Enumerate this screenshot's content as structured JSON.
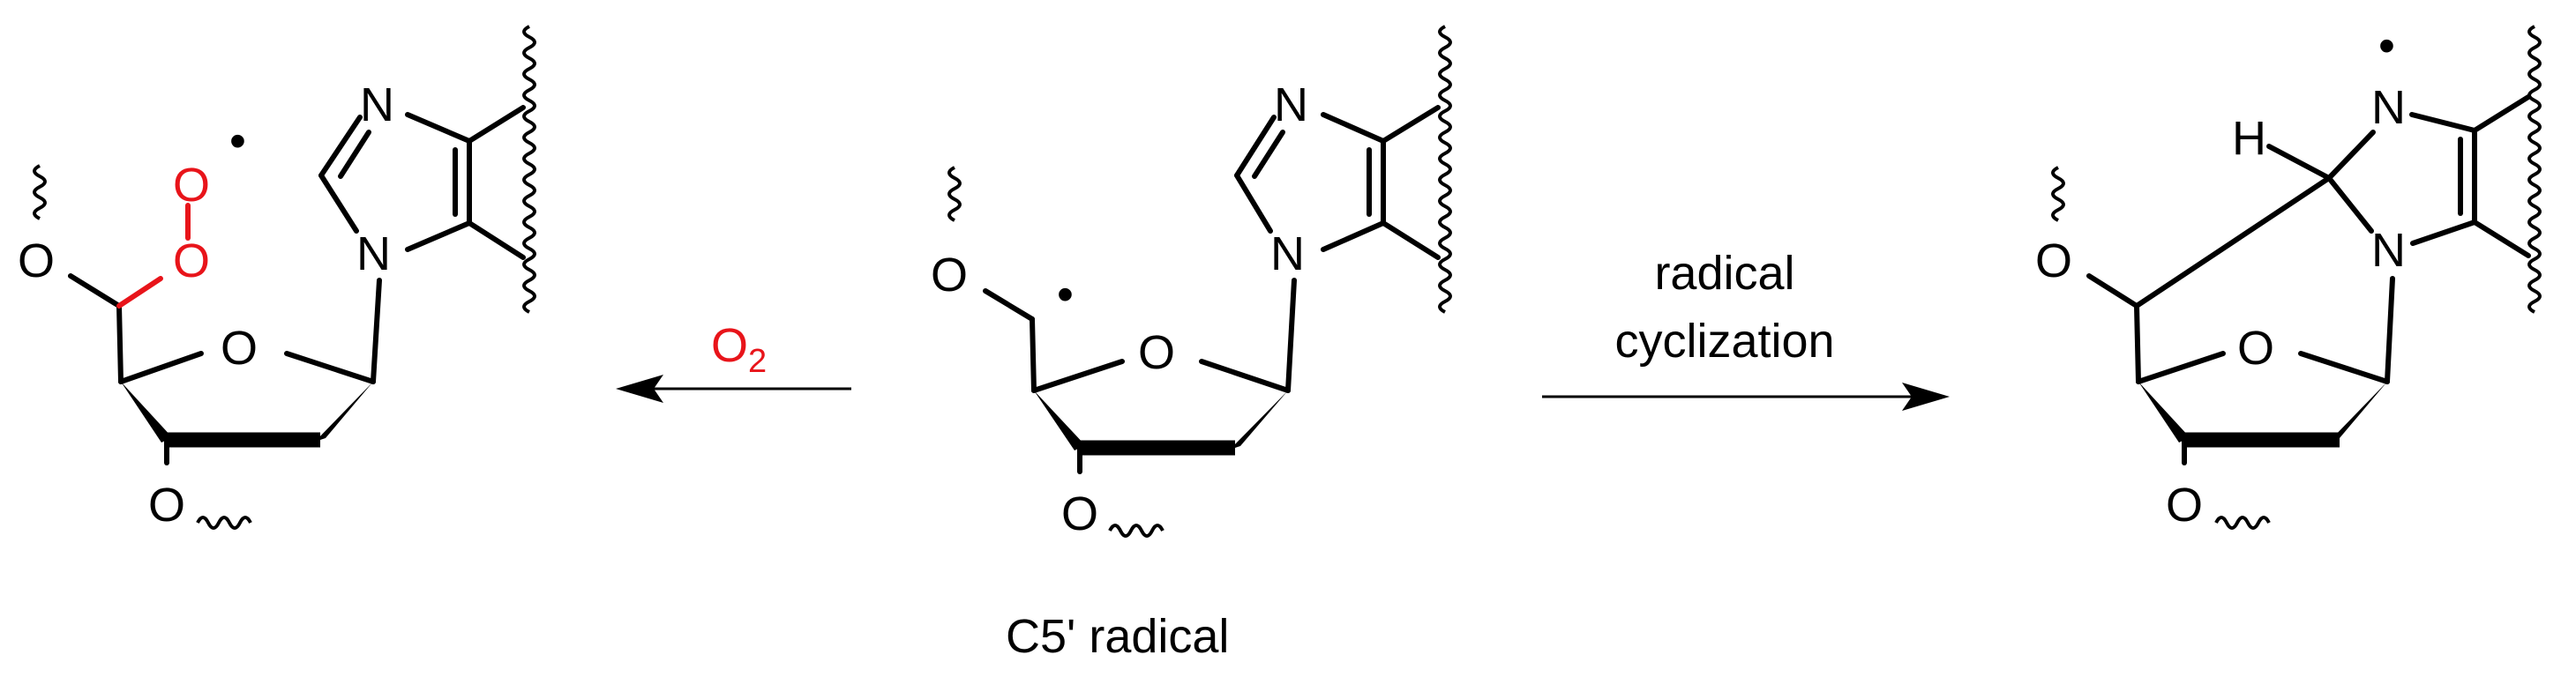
{
  "atoms": {
    "O": "O",
    "N": "N",
    "H": "H"
  },
  "radical_dot": "•",
  "left_reaction": {
    "reagent_main": "O",
    "reagent_sub": "2",
    "reagent_color": "#e8141a"
  },
  "middle": {
    "caption": "C5' radical"
  },
  "right_reaction": {
    "line1": "radical",
    "line2": "cyclization"
  },
  "colors": {
    "highlight": "#e8141a",
    "ink": "#000000"
  }
}
